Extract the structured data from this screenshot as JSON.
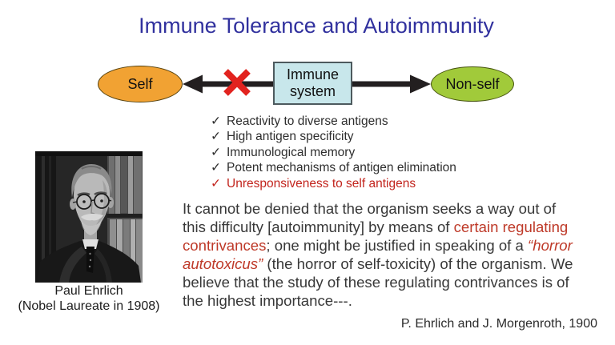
{
  "slide": {
    "title": "Immune Tolerance and Autoimmunity"
  },
  "colors": {
    "title_blue": "#31319E",
    "self_orange": "#F1A233",
    "nonself_green": "#A1CA3A",
    "immune_blue": "#C8E7EB",
    "arrow_black": "#231F20",
    "cross_red": "#E2231F",
    "list_red": "#C2241D",
    "quote_red": "#BE3928",
    "text_dark": "#383838"
  },
  "diagram": {
    "self_label": "Self",
    "immune_label": "Immune system",
    "nonself_label": "Non-self"
  },
  "checklist": {
    "check_glyph": "✓",
    "items": [
      {
        "text": "Reactivity to diverse antigens"
      },
      {
        "text": "High antigen specificity"
      },
      {
        "text": "Immunological memory"
      },
      {
        "text": "Potent mechanisms of antigen elimination"
      },
      {
        "text": "Unresponsiveness to self antigens",
        "red": true
      }
    ]
  },
  "portrait": {
    "caption_line1": "Paul Ehrlich",
    "caption_line2": "(Nobel Laureate in 1908)"
  },
  "quote": {
    "lines": [
      [
        {
          "t": "It cannot be denied that the organism seeks a way out of"
        }
      ],
      [
        {
          "t": "this difficulty [autoimmunity] by means of "
        },
        {
          "t": "certain regulating",
          "red": true
        }
      ],
      [
        {
          "t": "contrivances",
          "red": true
        },
        {
          "t": "; one might be justified in speaking of a "
        },
        {
          "t": "“horror",
          "red": true,
          "italic": true
        }
      ],
      [
        {
          "t": "autotoxicus”",
          "red": true,
          "italic": true
        },
        {
          "t": " (the horror of self-toxicity) of the organism. We"
        }
      ],
      [
        {
          "t": "believe that the study of these regulating contrivances is of"
        }
      ],
      [
        {
          "t": "the highest importance---."
        }
      ]
    ]
  },
  "attribution": "P. Ehrlich and J. Morgenroth, 1900"
}
